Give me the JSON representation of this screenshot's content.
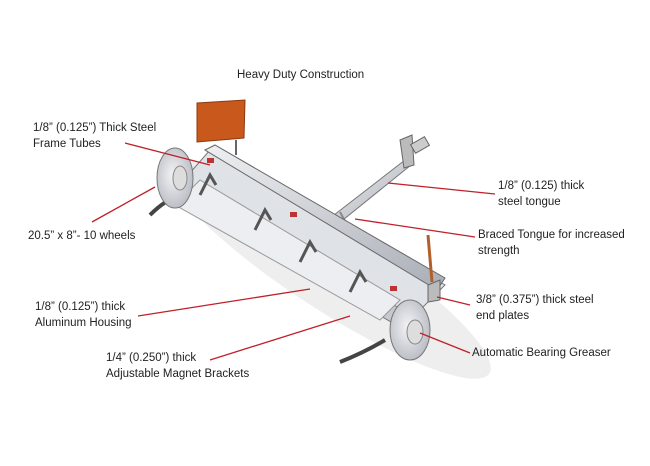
{
  "title": "Heavy Duty Construction",
  "callouts": {
    "frame_tubes": {
      "line1": "1/8” (0.125”) Thick Steel",
      "line2": "Frame Tubes"
    },
    "wheels": {
      "line1": "20.5” x 8”- 10 wheels"
    },
    "tongue": {
      "line1": "1/8” (0.125) thick",
      "line2": "steel tongue"
    },
    "braced": {
      "line1": "Braced Tongue for increased",
      "line2": "strength"
    },
    "housing": {
      "line1": "1/8” (0.125”) thick",
      "line2": "Aluminum Housing"
    },
    "end_plates": {
      "line1": "3/8” (0.375”) thick steel",
      "line2": "end plates"
    },
    "brackets": {
      "line1": "1/4” (0.250”) thick",
      "line2": "Adjustable Magnet Brackets"
    },
    "greaser": {
      "line1": "Automatic Bearing Greaser"
    }
  },
  "colors": {
    "leader": "#c0202a",
    "flag": "#c8581c",
    "steel": "#c9ccd2"
  }
}
